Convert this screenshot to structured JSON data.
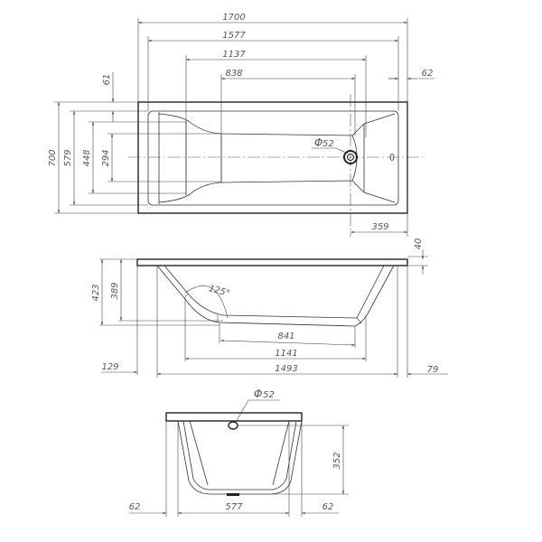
{
  "top_view": {
    "overall_length": "1700",
    "inner_length": "1577",
    "bottom_length": "1137",
    "flat_length": "838",
    "rim_right": "62",
    "rim_side": "61",
    "overall_width": "700",
    "inner_width": "579",
    "bottom_width": "448",
    "flat_width": "294",
    "drain_diameter": "52",
    "drain_offset": "359",
    "diameter_symbol": "Φ"
  },
  "side_view": {
    "rim_thickness": "40",
    "depth_total": "423",
    "depth_inner": "389",
    "backrest_angle": "125°",
    "flat_bottom": "841",
    "bottom_length": "1141",
    "inner_length": "1493",
    "left_offset": "129",
    "right_offset": "79"
  },
  "front_view": {
    "overflow_diameter": "52",
    "overflow_height": "352",
    "left_offset": "62",
    "bottom_width": "577",
    "right_offset": "62",
    "diameter_symbol": "Φ"
  }
}
